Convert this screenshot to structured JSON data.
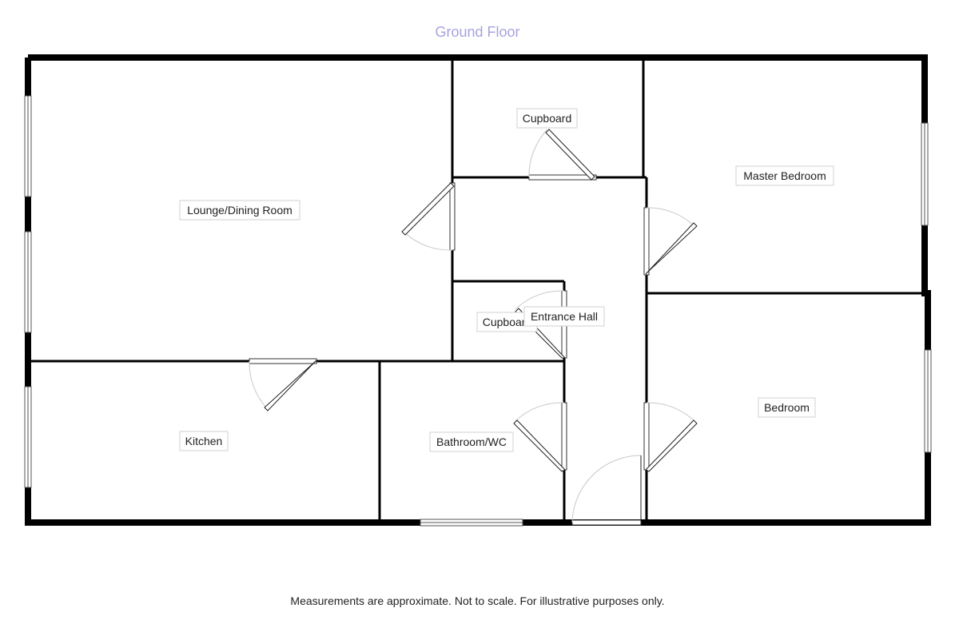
{
  "title": "Ground Floor",
  "rooms": {
    "lounge": "Lounge/Dining Room",
    "cupboard_top": "Cupboard",
    "master_bedroom": "Master Bedroom",
    "cupboard_hall": "Cupboard",
    "entrance_hall": "Entrance Hall",
    "kitchen": "Kitchen",
    "bathroom": "Bathroom/WC",
    "bedroom": "Bedroom"
  },
  "disclaimer": "Measurements are approximate. Not to scale. For illustrative purposes only."
}
